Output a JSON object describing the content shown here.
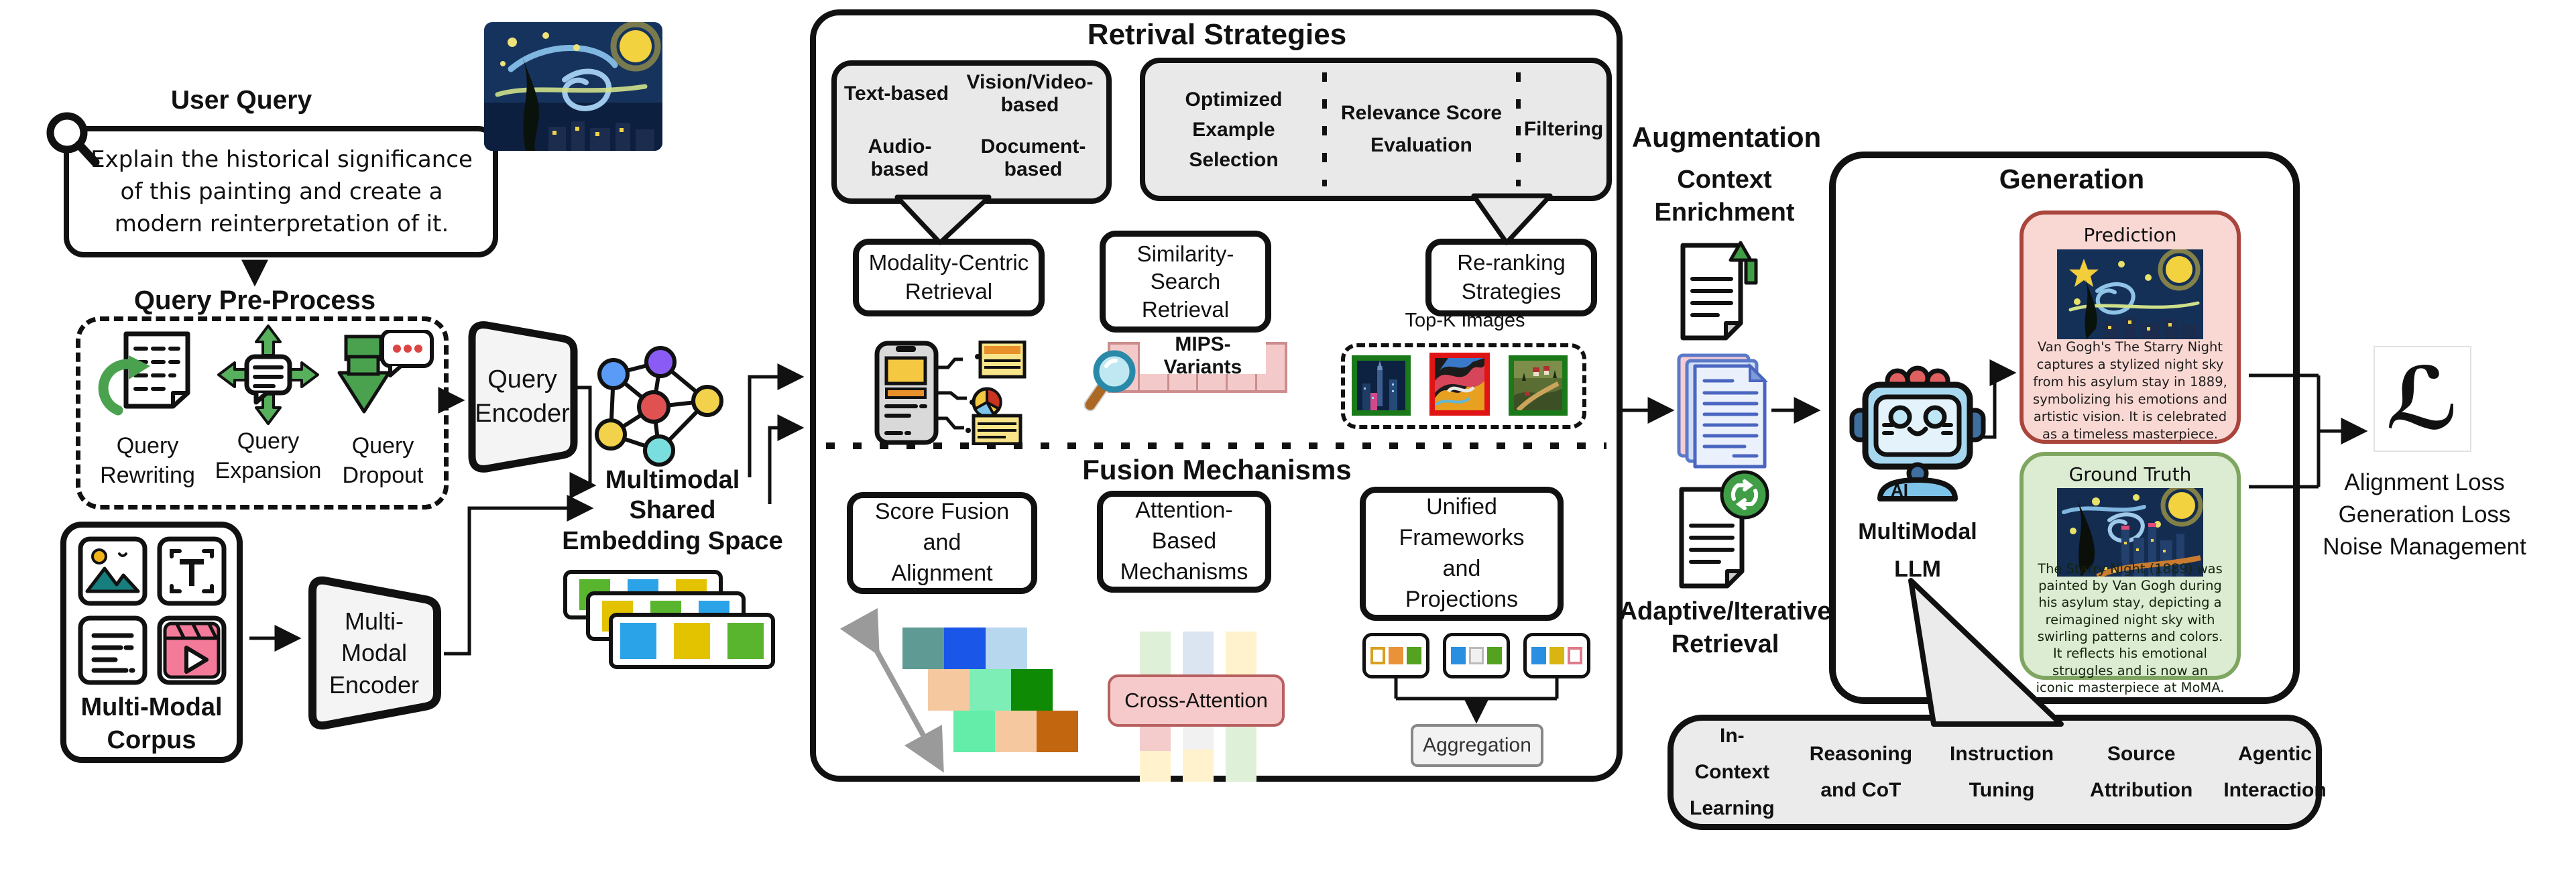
{
  "colors": {
    "accent_green": "#3f9e46",
    "bubble_gray": "#e9e9e9",
    "prediction_fill": "#f9d8d3",
    "prediction_border": "#a9453d",
    "ground_truth_fill": "#dcecd2",
    "ground_truth_border": "#7fa660",
    "cross_attention_pink": "#f6caca",
    "mips_pink": "#f4c9c9",
    "video_pink": "#f47a9a",
    "doc_blue": "#4a66c0",
    "topk_green_border": "#1a7a1a",
    "topk_red_border": "#e01414"
  },
  "user_query": {
    "title": "User Query",
    "text": "Explain the historical significance of this painting and create a modern reinterpretation of it."
  },
  "preprocess": {
    "title": "Query Pre-Process",
    "items": [
      "Query Rewriting",
      "Query Expansion",
      "Query Dropout"
    ]
  },
  "corpus": {
    "label": "Multi-Modal Corpus"
  },
  "encoders": {
    "query": "Query Encoder",
    "multimodal_lines": [
      "Multi-",
      "Modal",
      "Encoder"
    ]
  },
  "embedding": {
    "lines": [
      "Multimodal",
      "Shared",
      "Embedding Space"
    ]
  },
  "retrieval": {
    "title": "Retrival Strategies",
    "modalities": [
      "Text-based",
      "Vision/Video-based",
      "Audio-based",
      "Document-based"
    ],
    "strategies": [
      "Modality-Centric Retrieval",
      "Similarity-Search Retrieval",
      "Re-ranking Strategies"
    ],
    "reranking_criteria": [
      "Optimized Example Selection",
      "Relevance Score Evaluation",
      "Filtering"
    ],
    "mips_label": "MIPS-Variants",
    "topk_label": "Top-K Images"
  },
  "fusion": {
    "title": "Fusion Mechanisms",
    "mechanisms": [
      "Score Fusion and Alignment",
      "Attention-Based Mechanisms",
      "Unified Frameworks and Projections"
    ],
    "cross_attention": "Cross-Attention",
    "aggregation": "Aggregation"
  },
  "augmentation": {
    "title": "Augmentation",
    "context_lines": [
      "Context",
      "Enrichment"
    ],
    "adaptive_lines": [
      "Adaptive/Iterative",
      "Retrieval"
    ]
  },
  "generation": {
    "title": "Generation",
    "llm_lines": [
      "MultiModal",
      "LLM"
    ],
    "prediction": {
      "title": "Prediction",
      "text": "Van Gogh's The Starry Night captures a stylized night sky from his asylum stay in 1889, symbolizing his emotions and artistic vision. It is celebrated as a timeless masterpiece."
    },
    "ground_truth": {
      "title": "Ground Truth",
      "text": "The Starry Night (1889) was painted by Van Gogh during his asylum stay, depicting a reimagined night sky with swirling patterns and colors. It reflects his emotional struggles and is now an iconic masterpiece at MoMA."
    }
  },
  "loss": {
    "symbol": "ℒ",
    "items": [
      "Alignment Loss",
      "Generation Loss",
      "Noise Management"
    ]
  },
  "llm_techniques": [
    "In-Context Learning",
    "Reasoning and CoT",
    "Instruction Tuning",
    "Source Attribution",
    "Agentic Interaction"
  ]
}
